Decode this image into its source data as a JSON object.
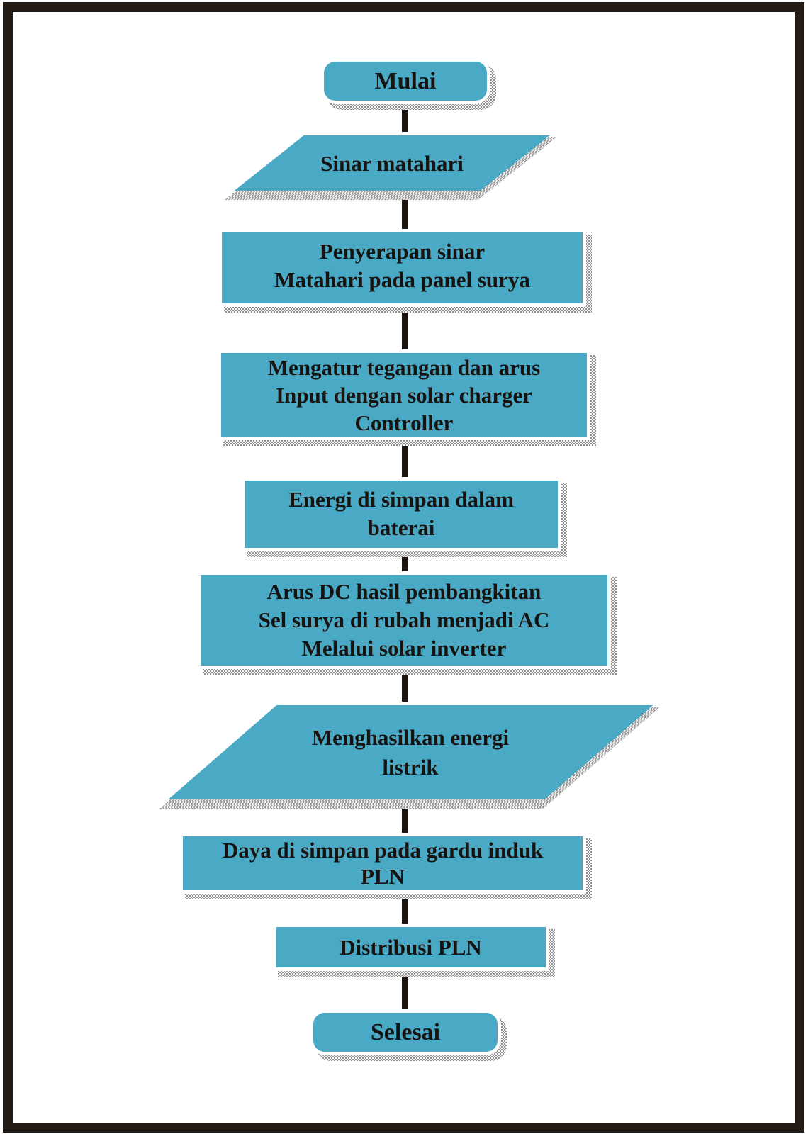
{
  "page": {
    "background_color": "#ffffff",
    "frame_color": "#231b15"
  },
  "flowchart": {
    "title": "Solar power generation flowchart",
    "fill_color": "#4aa9c5",
    "outline_color": "#ffffff",
    "shadow_color": "#8f8f8f",
    "connector_color": "#1c1410",
    "text_color": "#171310",
    "nodes": [
      {
        "id": "start",
        "shape": "terminator",
        "label": "Mulai"
      },
      {
        "id": "input-sunlight",
        "shape": "parallelogram",
        "label": "Sinar matahari"
      },
      {
        "id": "absorption",
        "shape": "process",
        "label": "Penyerapan sinar\nMatahari pada panel surya"
      },
      {
        "id": "regulate",
        "shape": "process",
        "label": "Mengatur tegangan dan arus\nInput dengan solar charger\nController"
      },
      {
        "id": "store-battery",
        "shape": "process",
        "label": "Energi di simpan dalam\nbaterai"
      },
      {
        "id": "invert",
        "shape": "process",
        "label": "Arus DC hasil pembangkitan\nSel surya di rubah menjadi AC\nMelalui solar inverter"
      },
      {
        "id": "output-energy",
        "shape": "parallelogram",
        "label": "Menghasilkan energi\nlistrik"
      },
      {
        "id": "substation",
        "shape": "process",
        "label": "Daya di simpan pada gardu induk\nPLN"
      },
      {
        "id": "distribution",
        "shape": "process",
        "label": "Distribusi PLN"
      },
      {
        "id": "end",
        "shape": "terminator",
        "label": "Selesai"
      }
    ]
  }
}
